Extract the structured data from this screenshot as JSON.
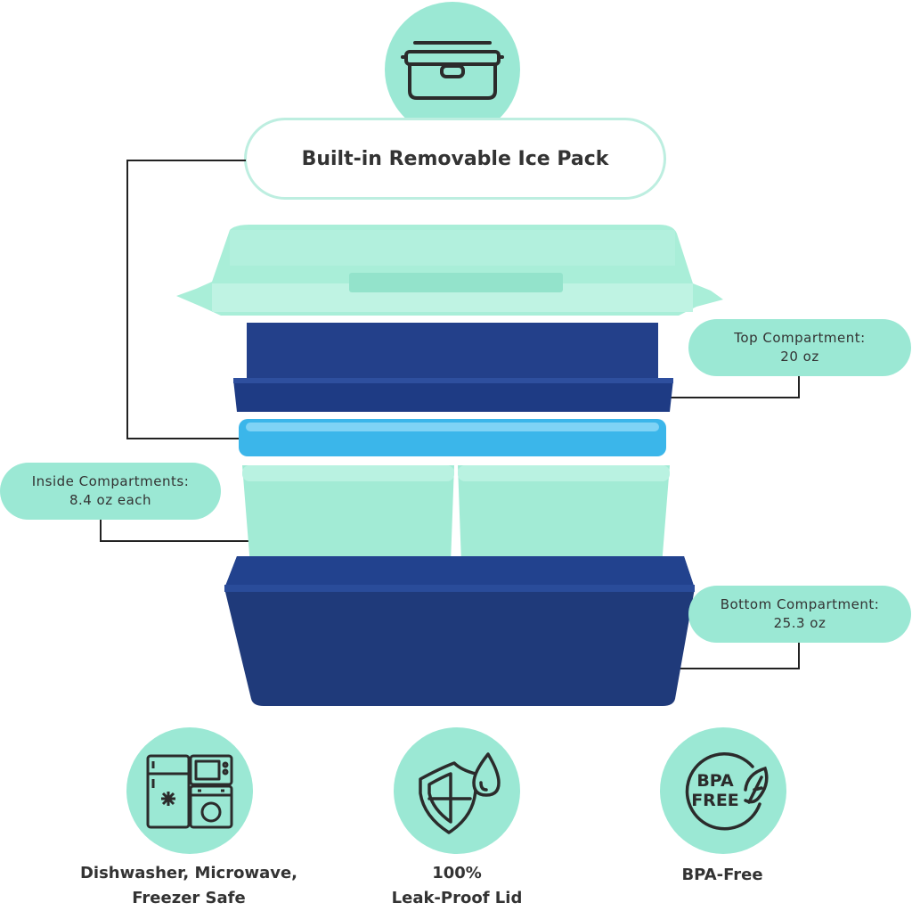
{
  "top_feature": {
    "label": "Built-in Removable Ice Pack",
    "icon": "lunchbox-icon"
  },
  "callouts": {
    "top_compartment": {
      "line1": "Top Compartment:",
      "line2": "20 oz"
    },
    "inside_compartments": {
      "line1": "Inside Compartments:",
      "line2": "8.4 oz each"
    },
    "bottom_compartment": {
      "line1": "Bottom Compartment:",
      "line2": "25.3 oz"
    }
  },
  "features": [
    {
      "icon": "appliances-icon",
      "line1": "Dishwasher, Microwave,",
      "line2": "Freezer Safe"
    },
    {
      "icon": "shield-drop-icon",
      "line1": "100%",
      "line2": "Leak-Proof Lid"
    },
    {
      "icon": "bpa-free-icon",
      "line1": "BPA-Free",
      "line2": "",
      "badge_line1": "BPA",
      "badge_line2": "FREE"
    }
  ],
  "colors": {
    "mint": "#9be8d4",
    "navy": "#1f3a7a",
    "ice_blue": "#3bb6ea",
    "lid": "#a9eed8"
  }
}
